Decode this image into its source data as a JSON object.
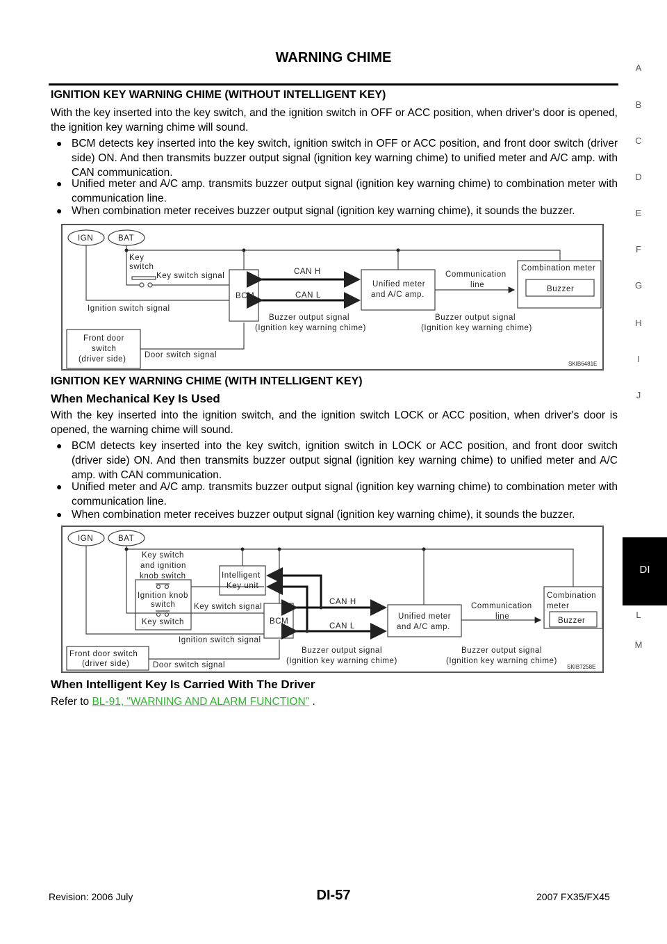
{
  "header": {
    "title": "WARNING CHIME"
  },
  "section1": {
    "heading": "IGNITION KEY WARNING CHIME (WITHOUT INTELLIGENT KEY)",
    "intro": "With the key inserted into the key switch, and the ignition switch in OFF or ACC position, when driver's door is opened, the ignition key warning chime will sound.",
    "bullets": [
      "BCM detects key inserted into the key switch, ignition switch in OFF or ACC position, and front door switch (driver side) ON. And then transmits buzzer output signal (ignition key warning chime) to unified meter and A/C amp. with CAN communication.",
      "Unified meter and A/C amp. transmits buzzer output signal (ignition key warning chime) to combination meter with communication line.",
      "When combination meter receives buzzer output signal (ignition key warning chime), it sounds the buzzer."
    ],
    "diagram": {
      "ign": "IGN",
      "bat": "BAT",
      "key": "Key",
      "switch": "switch",
      "key_switch_signal": "Key switch signal",
      "bcm": "BCM",
      "can_h": "CAN H",
      "can_l": "CAN L",
      "unified_meter_1": "Unified meter",
      "unified_meter_2": "and A/C amp.",
      "communication": "Communication",
      "line": "line",
      "combination_meter": "Combination meter",
      "buzzer": "Buzzer",
      "ignition_switch_signal": "Ignition switch signal",
      "buzzer_output_1": "Buzzer output signal",
      "buzzer_output_2": "(Ignition key warning chime)",
      "front_door_1": "Front door",
      "front_door_2": "switch",
      "front_door_3": "(driver side)",
      "door_switch_signal": "Door switch signal",
      "code": "SKIB6481E"
    }
  },
  "section2": {
    "heading": "IGNITION KEY WARNING CHIME (WITH INTELLIGENT KEY)",
    "subheading": "When Mechanical Key Is Used",
    "intro": "With the key inserted into the ignition switch, and the ignition switch LOCK or ACC position, when driver's door is opened, the warning chime will sound.",
    "bullets": [
      "BCM detects key inserted into the key switch, ignition switch in LOCK or ACC position, and front door switch (driver side) ON. And then transmits buzzer output signal (ignition key warning chime) to unified meter and A/C amp. with CAN communication.",
      "Unified meter and A/C amp. transmits buzzer output signal (ignition key warning chime) to combination meter with communication line.",
      "When combination meter receives buzzer output signal (ignition key warning chime), it sounds the buzzer."
    ],
    "diagram": {
      "ign": "IGN",
      "bat": "BAT",
      "ks_1": "Key switch",
      "ks_2": "and ignition",
      "ks_3": "knob switch",
      "ik_1": "Ignition knob",
      "ik_2": "switch",
      "key_switch": "Key switch",
      "intelligent_1": "Intelligent",
      "intelligent_2": "Key unit",
      "key_switch_signal": "Key switch signal",
      "bcm": "BCM",
      "can_h": "CAN H",
      "can_l": "CAN L",
      "unified_meter_1": "Unified meter",
      "unified_meter_2": "and A/C amp.",
      "communication": "Communication",
      "line": "line",
      "combination_1": "Combination",
      "combination_2": "meter",
      "buzzer": "Buzzer",
      "ignition_switch_signal": "Ignition switch signal",
      "front_door": "Front door switch",
      "driver_side": "(driver side)",
      "door_switch_signal": "Door switch signal",
      "buzzer_output_1": "Buzzer output signal",
      "buzzer_output_2": "(Ignition key warning chime)",
      "code": "SKIB7258E"
    }
  },
  "section3": {
    "subheading": "When Intelligent Key Is Carried With The Driver",
    "refer_prefix": "Refer to ",
    "link": "BL-91, \"WARNING AND ALARM FUNCTION\"",
    "refer_suffix": " ."
  },
  "side_index": [
    "A",
    "B",
    "C",
    "D",
    "E",
    "F",
    "G",
    "H",
    "I",
    "J",
    "DI",
    "L",
    "M"
  ],
  "footer": {
    "revision": "Revision: 2006 July",
    "page": "DI-57",
    "model": "2007 FX35/FX45"
  },
  "colors": {
    "link": "#2db82d",
    "tab": "#000000"
  }
}
